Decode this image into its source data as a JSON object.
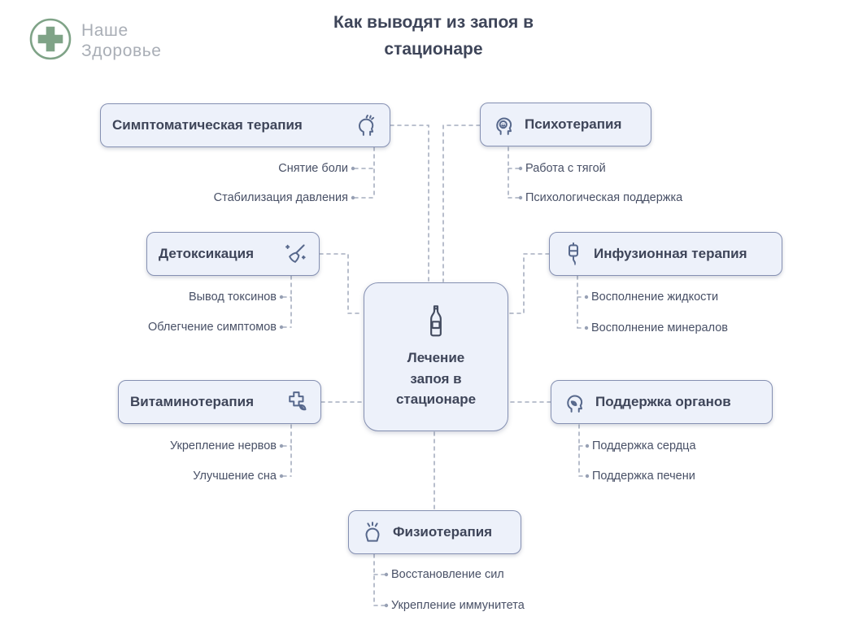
{
  "logo": {
    "line1": "Наше",
    "line2": "Здоровье"
  },
  "title": {
    "line1": "Как выводят из запоя в",
    "line2": "стационаре"
  },
  "center": {
    "icon": "bottle-icon",
    "lines": [
      "Лечение",
      "запоя в",
      "стационаре"
    ]
  },
  "branches": [
    {
      "label": "Симптоматическая терапия",
      "icon": "head-pain-icon",
      "items": [
        "Снятие боли",
        "Стабилизация давления"
      ]
    },
    {
      "label": "Психотерапия",
      "icon": "head-smile-icon",
      "items": [
        "Работа с тягой",
        "Психологическая поддержка"
      ]
    },
    {
      "label": "Детоксикация",
      "icon": "broom-icon",
      "items": [
        "Вывод токсинов",
        "Облегчение симптомов"
      ]
    },
    {
      "label": "Инфузионная терапия",
      "icon": "iv-drip-icon",
      "items": [
        "Восполнение жидкости",
        "Восполнение минералов"
      ]
    },
    {
      "label": "Витаминотерапия",
      "icon": "cross-leaf-icon",
      "items": [
        "Укрепление нервов",
        "Улучшение сна"
      ]
    },
    {
      "label": "Поддержка органов",
      "icon": "head-leaf-icon",
      "items": [
        "Поддержка сердца",
        "Поддержка печени"
      ]
    },
    {
      "label": "Физиотерапия",
      "icon": "massage-icon",
      "items": [
        "Восстановление сил",
        "Укрепление иммунитета"
      ]
    }
  ],
  "colors": {
    "node_bg": "#edf1fa",
    "node_border": "#8590b2",
    "text_dark": "#3e4559",
    "text_sub": "#485066",
    "connector": "#a6aebf",
    "logo_green": "#7fa387",
    "logo_text": "#a9aeb6"
  }
}
